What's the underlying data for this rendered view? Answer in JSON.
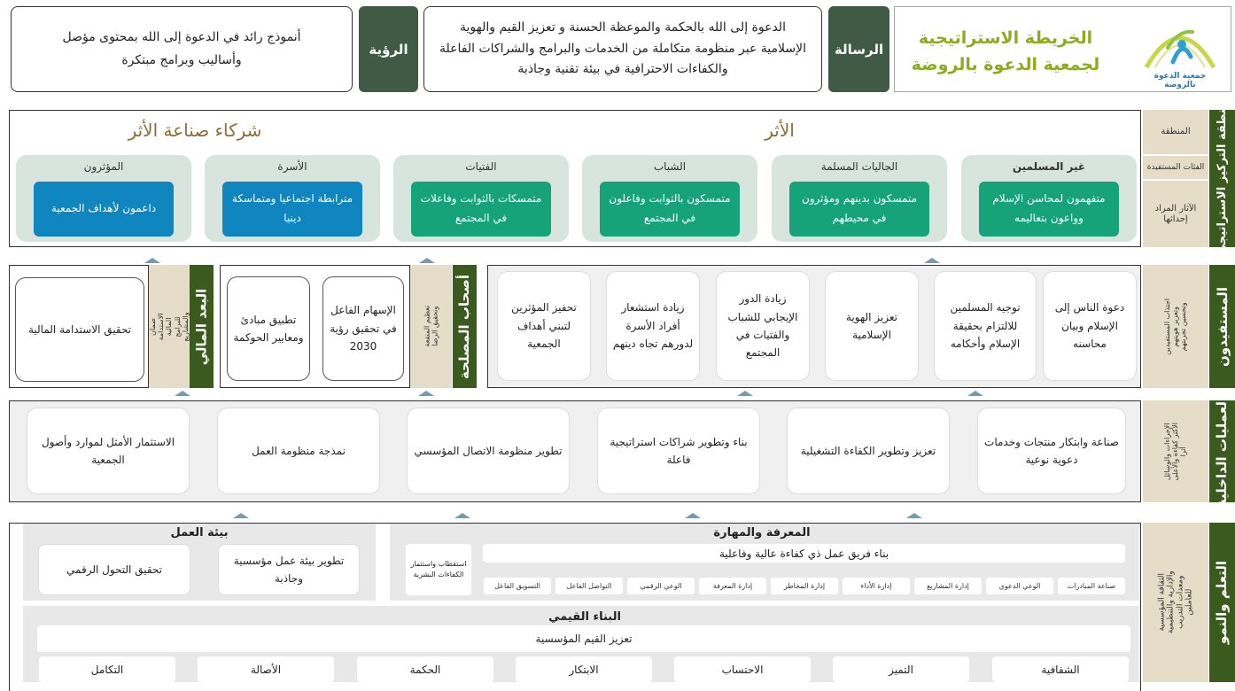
{
  "header": {
    "logo_text": "جمعية الدعوة بالروضة",
    "title_line1": "الخريطة الاستراتيجية",
    "title_line2": "لجمعية الدعوة بالروضة",
    "mission_label": "الرسالة",
    "mission_text": "الدعوة إلى الله بالحكمة والموعظة الحسنة و تعزيز القيم والهوية الإسلامية عبر منظومة متكاملة من الخدمات والبرامج والشراكات الفاعلة والكفاءات الاحترافية في بيئة تقنية وجاذبة",
    "vision_label": "الرؤية",
    "vision_text": "أنموذج رائد في الدعوة إلى الله بمحتوى مؤصل وأساليب وبرامج مبتكرة",
    "colors": {
      "dark": "#3f5a45",
      "band": "#3a5a1e",
      "beige": "#e6ddc8",
      "green": "#16a37a",
      "blue": "#0f86bf",
      "card": "#d7e5de"
    }
  },
  "impact": {
    "band": "منطقة التركيز الاستراتيجي",
    "labels": {
      "region": "المنطقة",
      "groups": "الفئات المستفيدة",
      "effects": "الآثار المراد إحداثها"
    },
    "title_impact": "الأثر",
    "title_partners": "شركاء صناعة الأثر",
    "cards": [
      {
        "title": "غير المسلمين",
        "text": "متفهمون لمحاسن الإسلام وواعون بتعاليمه"
      },
      {
        "title": "الجاليات المسلمة",
        "text": "متمسكون بدينهم ومؤثرون في محيطهم"
      },
      {
        "title": "الشباب",
        "text": "متمسكون بالثوابت وفاعلون في المجتمع"
      },
      {
        "title": "الفتيات",
        "text": "متمسكات بالثوابت وفاعلات في المجتمع"
      },
      {
        "title": "الأسرة",
        "text": "مترابطة اجتماعيا ومتماسكة دينيا"
      },
      {
        "title": "المؤثرون",
        "text": "داعمون لأهداف الجمعية"
      }
    ]
  },
  "beneficiaries": {
    "band": "المستفيدون",
    "sub": "اجتذاب المستفيدين وتعزيز هويتهم وتحسين تجربتهم",
    "items": [
      "دعوة الناس إلى الإسلام وبيان محاسنه",
      "توجيه المسلمين للالتزام بحقيقة الإسلام وأحكامه",
      "تعزيز الهوية الإسلامية",
      "زيادة الدور الإيجابي للشباب والفتيات في المجتمع",
      "زيادة استشعار أفراد الأسرة لدورهم تجاه دينهم",
      "تحفيز المؤثرين لتبني أهداف الجمعية"
    ],
    "stake_band": "أصحاب المصلحة",
    "stake_sub": "تعظيم المنفعة وتحقيق الرضا",
    "stake_items": [
      "الإسهام الفاعل في تحقيق رؤية 2030",
      "تطبيق مبادئ ومعايير الحوكمة"
    ],
    "fin_band": "البعد المالي",
    "fin_sub": "ضمان الاستدامة المالية للبرامج والمشاريع",
    "fin_item": "تحقيق الاستدامة المالية"
  },
  "internal": {
    "band": "العمليات الداخلية",
    "sub": "الإجراءات والوسائل الأكثر كفاءة والأعلى أثرا",
    "items": [
      "صناعة وابتكار منتجات وخدمات دعوية نوعية",
      "تعزيز وتطوير الكفاءة التشغيلية",
      "بناء وتطوير شراكات استراتيجية فاعلة",
      "تطوير منظومة الاتصال المؤسسي",
      "نمذجة منظومة العمل",
      "الاستثمار الأمثل لموارد وأصول الجمعية"
    ]
  },
  "learning": {
    "band": "التعلم والنمو",
    "sub": "الثقافة المؤسسية والإدارية والتنظيمية ومعدات التدريب للعاملين",
    "knowledge_title": "المعرفة والمهارة",
    "team": "بناء فريق عمل ذي كفاءة عالية وفاعلية",
    "attract": "استقطاب واستثمار الكفاءات البشرية",
    "tags": [
      "صناعة المبادرات",
      "الوعي الدعوي",
      "إدارة المشاريع",
      "إدارة الأداء",
      "إدارة المخاطر",
      "إدارة المعرفة",
      "الوعي الرقمي",
      "التواصل الفاعل",
      "التسويق الفاعل"
    ],
    "env_title": "بيئة العمل",
    "env_items": [
      "تطوير بيئة عمل مؤسسية وجاذبة",
      "تحقيق التحول الرقمي"
    ],
    "values_title": "البناء القيمي",
    "values_main": "تعزيز القيم المؤسسية",
    "values": [
      "الشفافية",
      "التميز",
      "الاحتساب",
      "الابتكار",
      "الحكمة",
      "الأصالة",
      "التكامل"
    ]
  }
}
